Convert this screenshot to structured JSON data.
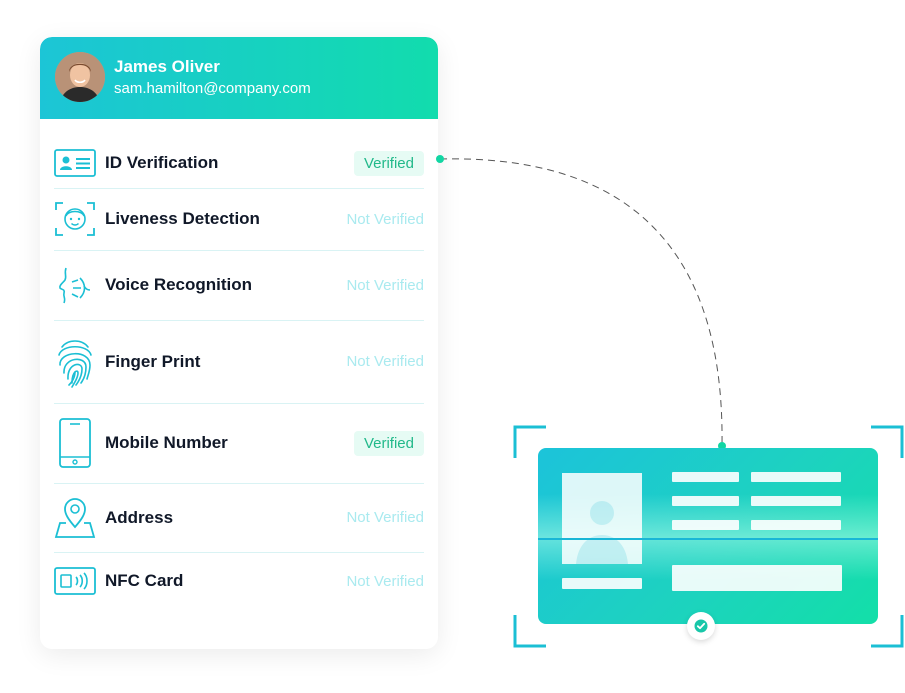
{
  "user": {
    "name": "James Oliver",
    "email": "sam.hamilton@company.com"
  },
  "colors": {
    "accent": "#1cc5d6",
    "accent_end": "#12dcad",
    "verified_text": "#21b98a",
    "not_verified_text": "#a9eaef"
  },
  "verifications": [
    {
      "label": "ID Verification",
      "status": "Verified",
      "icon": "id-card-icon"
    },
    {
      "label": "Liveness Detection",
      "status": "Not Verified",
      "icon": "face-scan-icon"
    },
    {
      "label": "Voice Recognition",
      "status": "Not Verified",
      "icon": "voice-icon"
    },
    {
      "label": "Finger Print",
      "status": "Not Verified",
      "icon": "fingerprint-icon"
    },
    {
      "label": "Mobile Number",
      "status": "Verified",
      "icon": "mobile-phone-icon"
    },
    {
      "label": "Address",
      "status": "Not Verified",
      "icon": "location-pin-icon"
    },
    {
      "label": "NFC Card",
      "status": "Not Verified",
      "icon": "nfc-card-icon"
    }
  ],
  "scanner": {
    "icon": "check-icon"
  }
}
